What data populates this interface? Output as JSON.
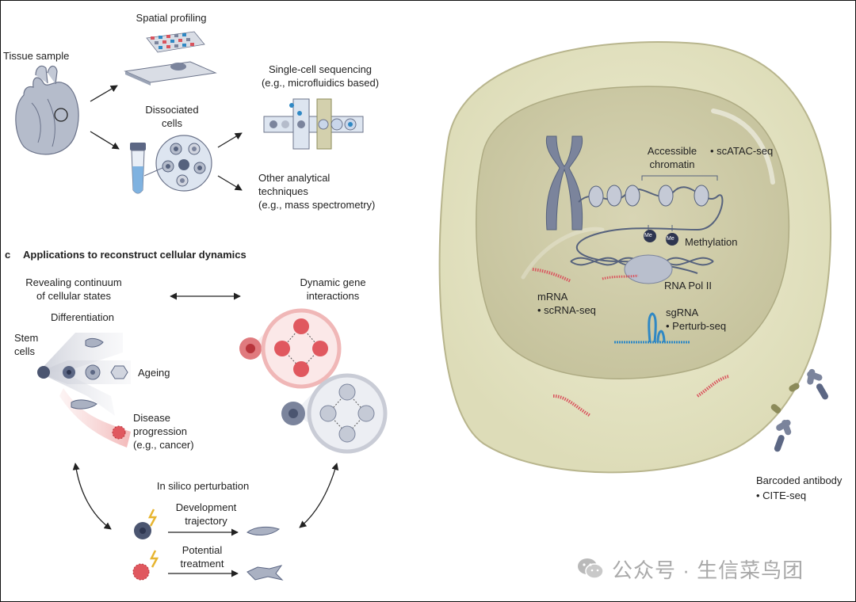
{
  "colors": {
    "cell_fill": "#e9e8c9",
    "nucleus_fill": "#d3d0ad",
    "chromosome": "#7b849c",
    "dna": "#56627d",
    "rna": "#d9535d",
    "sgrna": "#2f88c4",
    "antibody_dark": "#5c6784",
    "antibody_olive": "#8c8b5a",
    "ageing_cell": "#aab1c2",
    "disease_cell": "#e0585f",
    "watermark": "#a9a9a9"
  },
  "left_top": {
    "tissue_sample": "Tissue sample",
    "spatial_profiling": "Spatial profiling",
    "dissociated_cells": "Dissociated\ncells",
    "single_cell_seq": "Single-cell sequencing\n(e.g., microfluidics based)",
    "other_techniques": "Other analytical\ntechniques\n(e.g., mass spectrometry)"
  },
  "section_c": {
    "panel_letter": "c",
    "title": "Applications to reconstruct cellular dynamics",
    "continuum": "Revealing continuum\nof cellular states",
    "dynamic_gene": "Dynamic gene\ninteractions",
    "differentiation": "Differentiation",
    "stem_cells": "Stem\ncells",
    "ageing": "Ageing",
    "disease": "Disease\nprogression\n(e.g., cancer)",
    "in_silico": "In silico perturbation",
    "development": "Development\ntrajectory",
    "treatment": "Potential\ntreatment"
  },
  "cell_panel": {
    "accessible_chromatin": "Accessible\nchromatin",
    "scatac": "• scATAC-seq",
    "methylation": "Methylation",
    "me_badge": "Me",
    "rna_pol": "RNA Pol II",
    "mrna": "mRNA",
    "scrna": "• scRNA-seq",
    "sgrna": "sgRNA",
    "perturb": "• Perturb-seq",
    "barcoded_antibody": "Barcoded antibody",
    "cite_seq": "• CITE-seq"
  },
  "watermark": {
    "icon": "wechat-icon",
    "text": "公众号 · 生信菜鸟团"
  }
}
